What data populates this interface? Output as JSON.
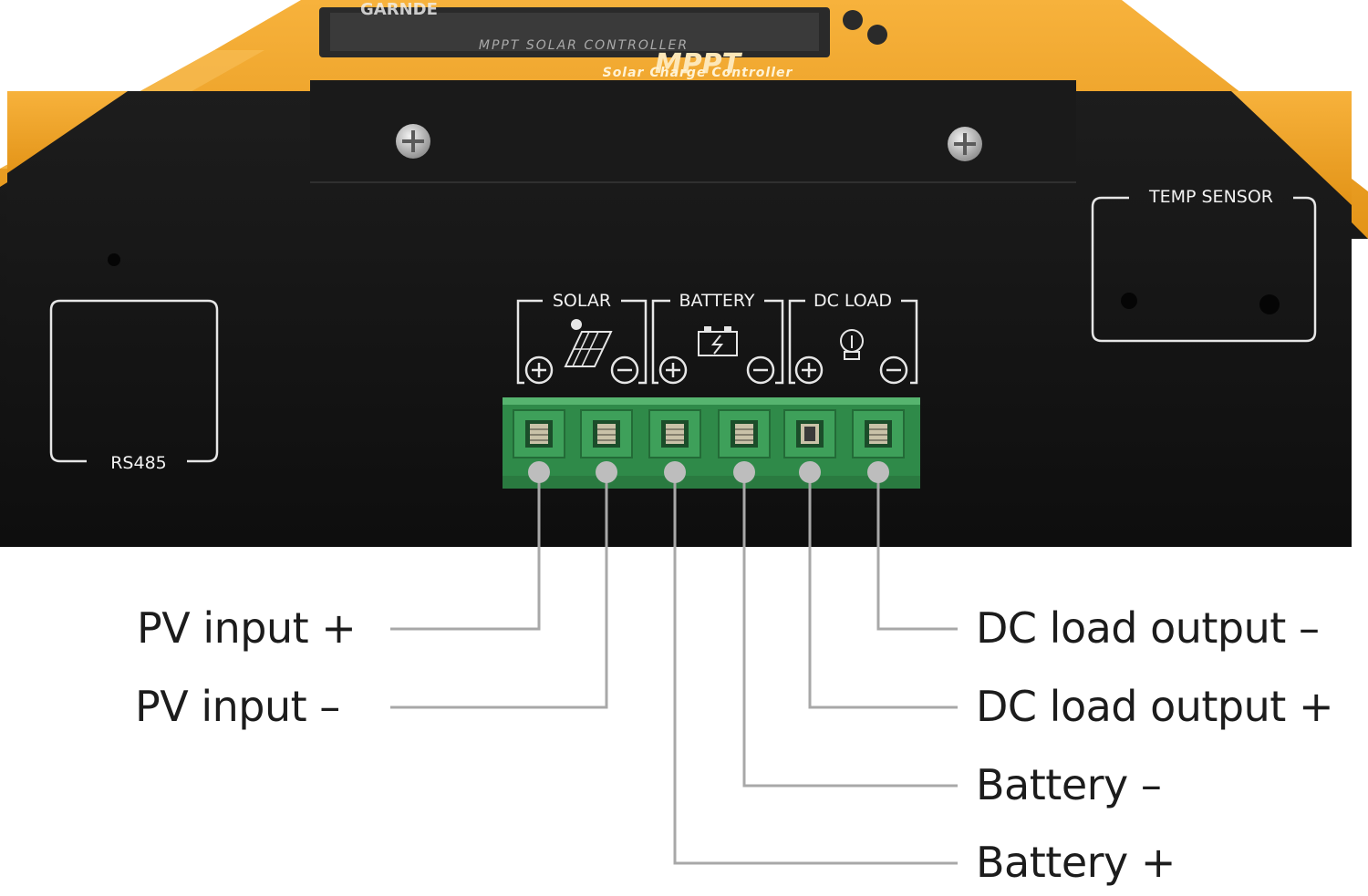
{
  "top_panel": {
    "brand": "GARNDE",
    "lcd_caption": "MPPT SOLAR CONTROLLER",
    "logo": "MPPT",
    "subtitle": "Solar Charge Controller"
  },
  "ports": {
    "rs485": "RS485",
    "temp_sensor": "TEMP SENSOR"
  },
  "terminal_groups": [
    {
      "label": "SOLAR",
      "icon": "solar-panel-icon"
    },
    {
      "label": "BATTERY",
      "icon": "battery-icon"
    },
    {
      "label": "DC LOAD",
      "icon": "light-bulb-icon"
    }
  ],
  "callouts": {
    "pv_plus": "PV input +",
    "pv_minus": "PV input –",
    "load_minus": "DC load output –",
    "load_plus": "DC load output +",
    "battery_minus": "Battery –",
    "battery_plus": "Battery +"
  },
  "colors": {
    "housing_orange": "#f2a326",
    "panel_black": "#151515",
    "terminal_green": "#3ea05a",
    "leader_line": "#a8a8a8"
  }
}
